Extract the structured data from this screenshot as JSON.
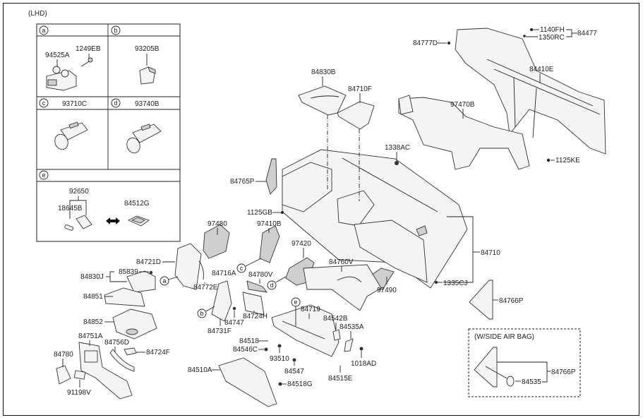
{
  "diagram": {
    "variant_label": "(LHD)",
    "inset_panels": [
      {
        "key": "a",
        "parts": [
          "94525A",
          "1249EB"
        ]
      },
      {
        "key": "b",
        "parts": [
          "93205B"
        ]
      },
      {
        "key": "c",
        "parts": [
          "93710C"
        ]
      },
      {
        "key": "d",
        "parts": [
          "93740B"
        ]
      },
      {
        "key": "e",
        "parts": [
          "92650",
          "18645B",
          "84512G"
        ]
      }
    ],
    "labels": {
      "p94525A": "94525A",
      "p1249EB": "1249EB",
      "p93205B": "93205B",
      "p93710C": "93710C",
      "p93740B": "93740B",
      "p92650": "92650",
      "p18645B": "18645B",
      "p84512G": "84512G",
      "p84777D": "84777D",
      "p1140FH": "1140FH",
      "p1350RC": "1350RC",
      "p84477": "84477",
      "p84410E": "84410E",
      "p97470B": "97470B",
      "p1125KE": "1125KE",
      "p84830B": "84830B",
      "p84710F": "84710F",
      "p1338AC": "1338AC",
      "p84765P": "84765P",
      "p1125GB": "1125GB",
      "p97410B": "97410B",
      "p97480": "97480",
      "p84721D": "84721D",
      "p84830J": "84830J",
      "p85839": "85839",
      "p84772E": "84772E",
      "p84716A": "84716A",
      "p84851": "84851",
      "p84852": "84852",
      "p84747": "84747",
      "p84731F": "84731F",
      "p84780V": "84780V",
      "p84724H": "84724H",
      "p97420": "97420",
      "p84760V": "84760V",
      "p97490": "97490",
      "p84710": "84710",
      "p1335CJ": "1335CJ",
      "p84766P": "84766P",
      "p84719": "84719",
      "p84542B": "84542B",
      "p84535A": "84535A",
      "p84518": "84518",
      "p84546C": "84546C",
      "p93510": "93510",
      "p84547": "84547",
      "p1018AD": "1018AD",
      "p84515E": "84515E",
      "p84510A": "84510A",
      "p84518G": "84518G",
      "p84751A": "84751A",
      "p84756D": "84756D",
      "p84724F": "84724F",
      "p84780": "84780",
      "p91198V": "91198V",
      "side_airbag_title": "(W/SIDE AIR BAG)",
      "p84766P_b": "84766P",
      "p84535": "84535"
    },
    "callouts": {
      "a": "a",
      "b": "b",
      "c": "c",
      "d": "d",
      "e": "e"
    }
  }
}
